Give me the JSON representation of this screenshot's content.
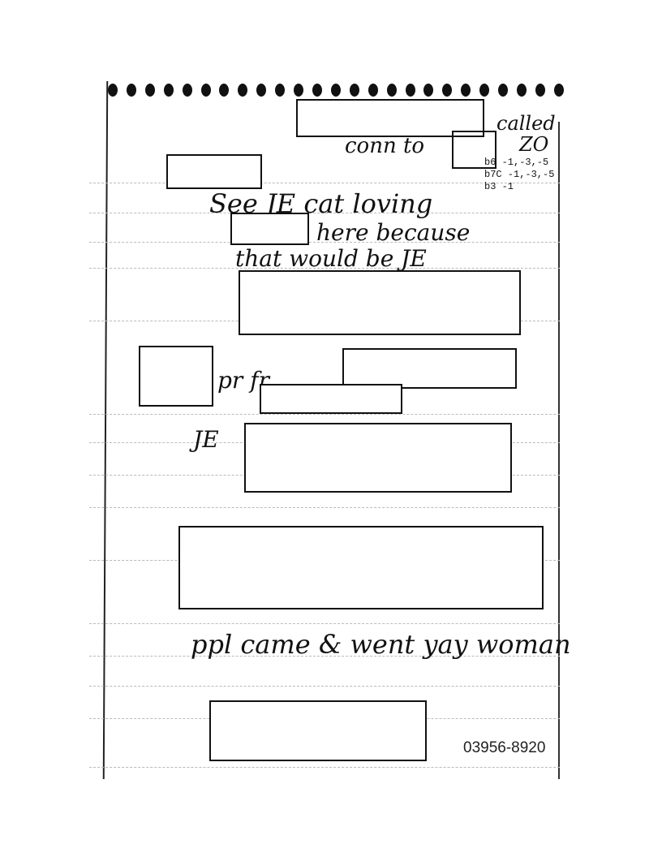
{
  "handwriting": {
    "called": "called",
    "zo": "ZO",
    "conn_to": "conn to",
    "line1": "See JE cat loving",
    "line2": "here because",
    "line3": "that would be JE",
    "pr_fr": "pr fr.",
    "je": "JE",
    "line4": "ppl came & went yay woman"
  },
  "exemption_codes": [
    "b6 -1,-3,-5",
    "b7C -1,-3,-5",
    "b3 -1"
  ],
  "page_number": "03956-8920"
}
